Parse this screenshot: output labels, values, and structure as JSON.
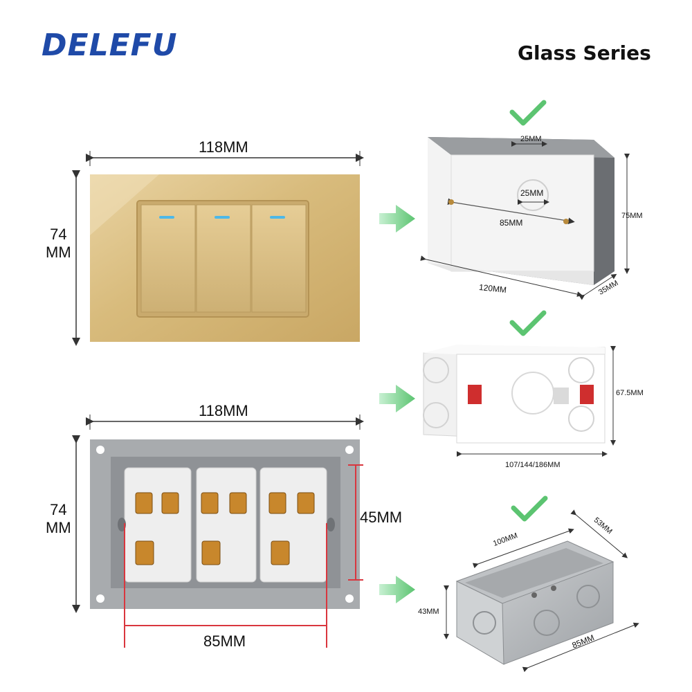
{
  "brand": "DELEFU",
  "series": "Glass Series",
  "switch_panel": {
    "width": "118MM",
    "height_top": "74",
    "height_unit": "MM",
    "color_gold": "#d9bc7e",
    "indicator_color": "#4db8e8"
  },
  "back_panel": {
    "width": "118MM",
    "height_top": "74",
    "height_unit": "MM",
    "inner_height": "45MM",
    "hole_spacing": "85MM",
    "frame_color": "#a8abae"
  },
  "box_plastic_white": {
    "top_notch": "25MM",
    "knockout": "25MM",
    "hole_spacing": "85MM",
    "height": "75MM",
    "length": "120MM",
    "depth": "35MM"
  },
  "box_plastic_modular": {
    "height": "67.5MM",
    "length": "107/144/186MM"
  },
  "box_metal": {
    "length": "100MM",
    "width": "53MM",
    "height": "43MM",
    "hole_spacing": "85MM"
  },
  "colors": {
    "brand": "#1f4aa8",
    "check": "#5cc471",
    "arrow": "#6fd18a",
    "dimension_red": "#d9363e"
  },
  "icons": [
    "check-icon",
    "arrow-right-icon"
  ]
}
